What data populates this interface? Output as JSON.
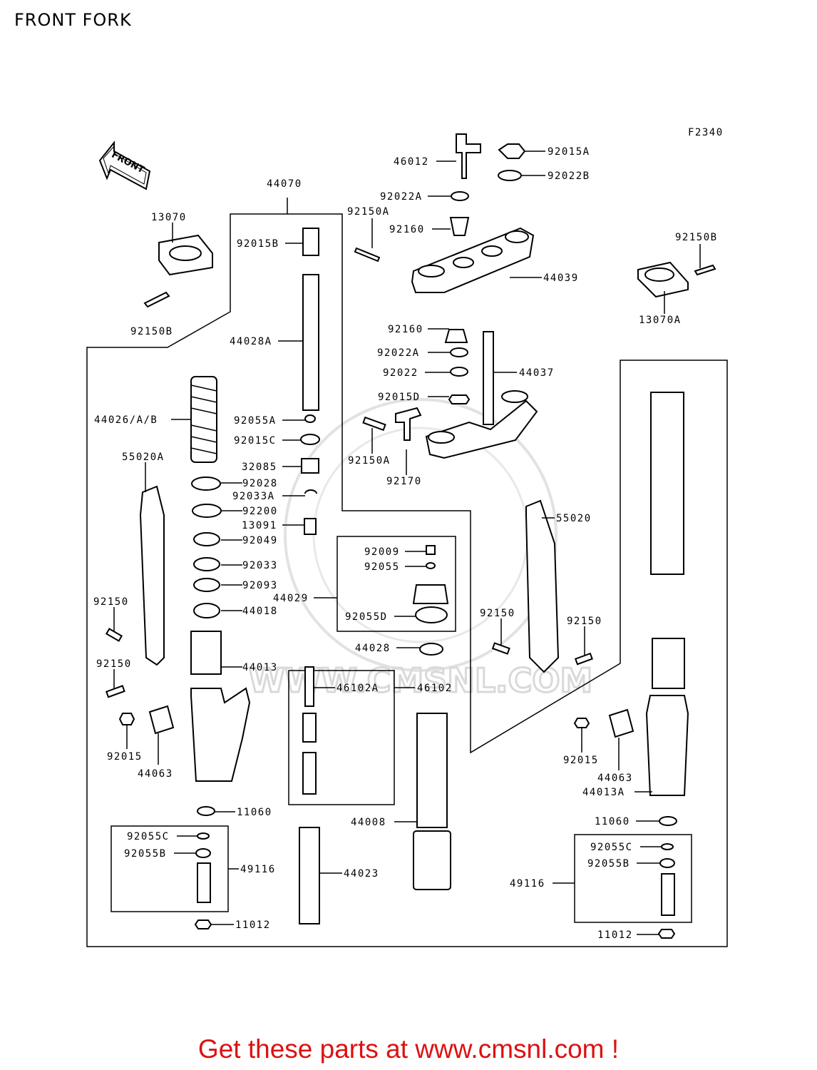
{
  "page": {
    "title": "FRONT FORK",
    "fig_code": "F2340",
    "direction_label": "FRONT",
    "watermark": "WWW.CMSNL.COM",
    "footer_text": "Get these parts at www.cmsnl.com !",
    "footer_color": "#dd1111"
  },
  "parts": [
    {
      "id": "p0",
      "label": "46012"
    },
    {
      "id": "p1",
      "label": "92015A"
    },
    {
      "id": "p2",
      "label": "92022B"
    },
    {
      "id": "p3",
      "label": "44070"
    },
    {
      "id": "p4",
      "label": "92022A"
    },
    {
      "id": "p5",
      "label": "92150A"
    },
    {
      "id": "p6",
      "label": "13070"
    },
    {
      "id": "p7",
      "label": "92015B"
    },
    {
      "id": "p8",
      "label": "92160"
    },
    {
      "id": "p9",
      "label": "92150B"
    },
    {
      "id": "p10",
      "label": "44039"
    },
    {
      "id": "p11",
      "label": "92150B"
    },
    {
      "id": "p12",
      "label": "13070A"
    },
    {
      "id": "p13",
      "label": "44028A"
    },
    {
      "id": "p14",
      "label": "92160"
    },
    {
      "id": "p15",
      "label": "92022A"
    },
    {
      "id": "p16",
      "label": "92022"
    },
    {
      "id": "p17",
      "label": "44037"
    },
    {
      "id": "p18",
      "label": "92015D"
    },
    {
      "id": "p19",
      "label": "44026/A/B"
    },
    {
      "id": "p20",
      "label": "92055A"
    },
    {
      "id": "p21",
      "label": "92015C"
    },
    {
      "id": "p22",
      "label": "92150A"
    },
    {
      "id": "p23",
      "label": "55020A"
    },
    {
      "id": "p24",
      "label": "32085"
    },
    {
      "id": "p25",
      "label": "92170"
    },
    {
      "id": "p26",
      "label": "92028"
    },
    {
      "id": "p27",
      "label": "92033A"
    },
    {
      "id": "p28",
      "label": "92200"
    },
    {
      "id": "p29",
      "label": "55020"
    },
    {
      "id": "p30",
      "label": "13091"
    },
    {
      "id": "p31",
      "label": "92049"
    },
    {
      "id": "p32",
      "label": "92009"
    },
    {
      "id": "p33",
      "label": "92033"
    },
    {
      "id": "p34",
      "label": "92055"
    },
    {
      "id": "p35",
      "label": "92093"
    },
    {
      "id": "p36",
      "label": "44029"
    },
    {
      "id": "p37",
      "label": "92150"
    },
    {
      "id": "p38",
      "label": "44018"
    },
    {
      "id": "p39",
      "label": "92055D"
    },
    {
      "id": "p40",
      "label": "92150"
    },
    {
      "id": "p41",
      "label": "92150"
    },
    {
      "id": "p42",
      "label": "44028"
    },
    {
      "id": "p43",
      "label": "92150"
    },
    {
      "id": "p44",
      "label": "44013"
    },
    {
      "id": "p45",
      "label": "46102A"
    },
    {
      "id": "p46",
      "label": "46102"
    },
    {
      "id": "p47",
      "label": "92015"
    },
    {
      "id": "p48",
      "label": "92015"
    },
    {
      "id": "p49",
      "label": "44063"
    },
    {
      "id": "p50",
      "label": "44063"
    },
    {
      "id": "p51",
      "label": "44013A"
    },
    {
      "id": "p52",
      "label": "11060"
    },
    {
      "id": "p53",
      "label": "44008"
    },
    {
      "id": "p54",
      "label": "11060"
    },
    {
      "id": "p55",
      "label": "92055C"
    },
    {
      "id": "p56",
      "label": "92055C"
    },
    {
      "id": "p57",
      "label": "92055B"
    },
    {
      "id": "p58",
      "label": "92055B"
    },
    {
      "id": "p59",
      "label": "49116"
    },
    {
      "id": "p60",
      "label": "44023"
    },
    {
      "id": "p61",
      "label": "49116"
    },
    {
      "id": "p62",
      "label": "11012"
    },
    {
      "id": "p63",
      "label": "11012"
    }
  ]
}
